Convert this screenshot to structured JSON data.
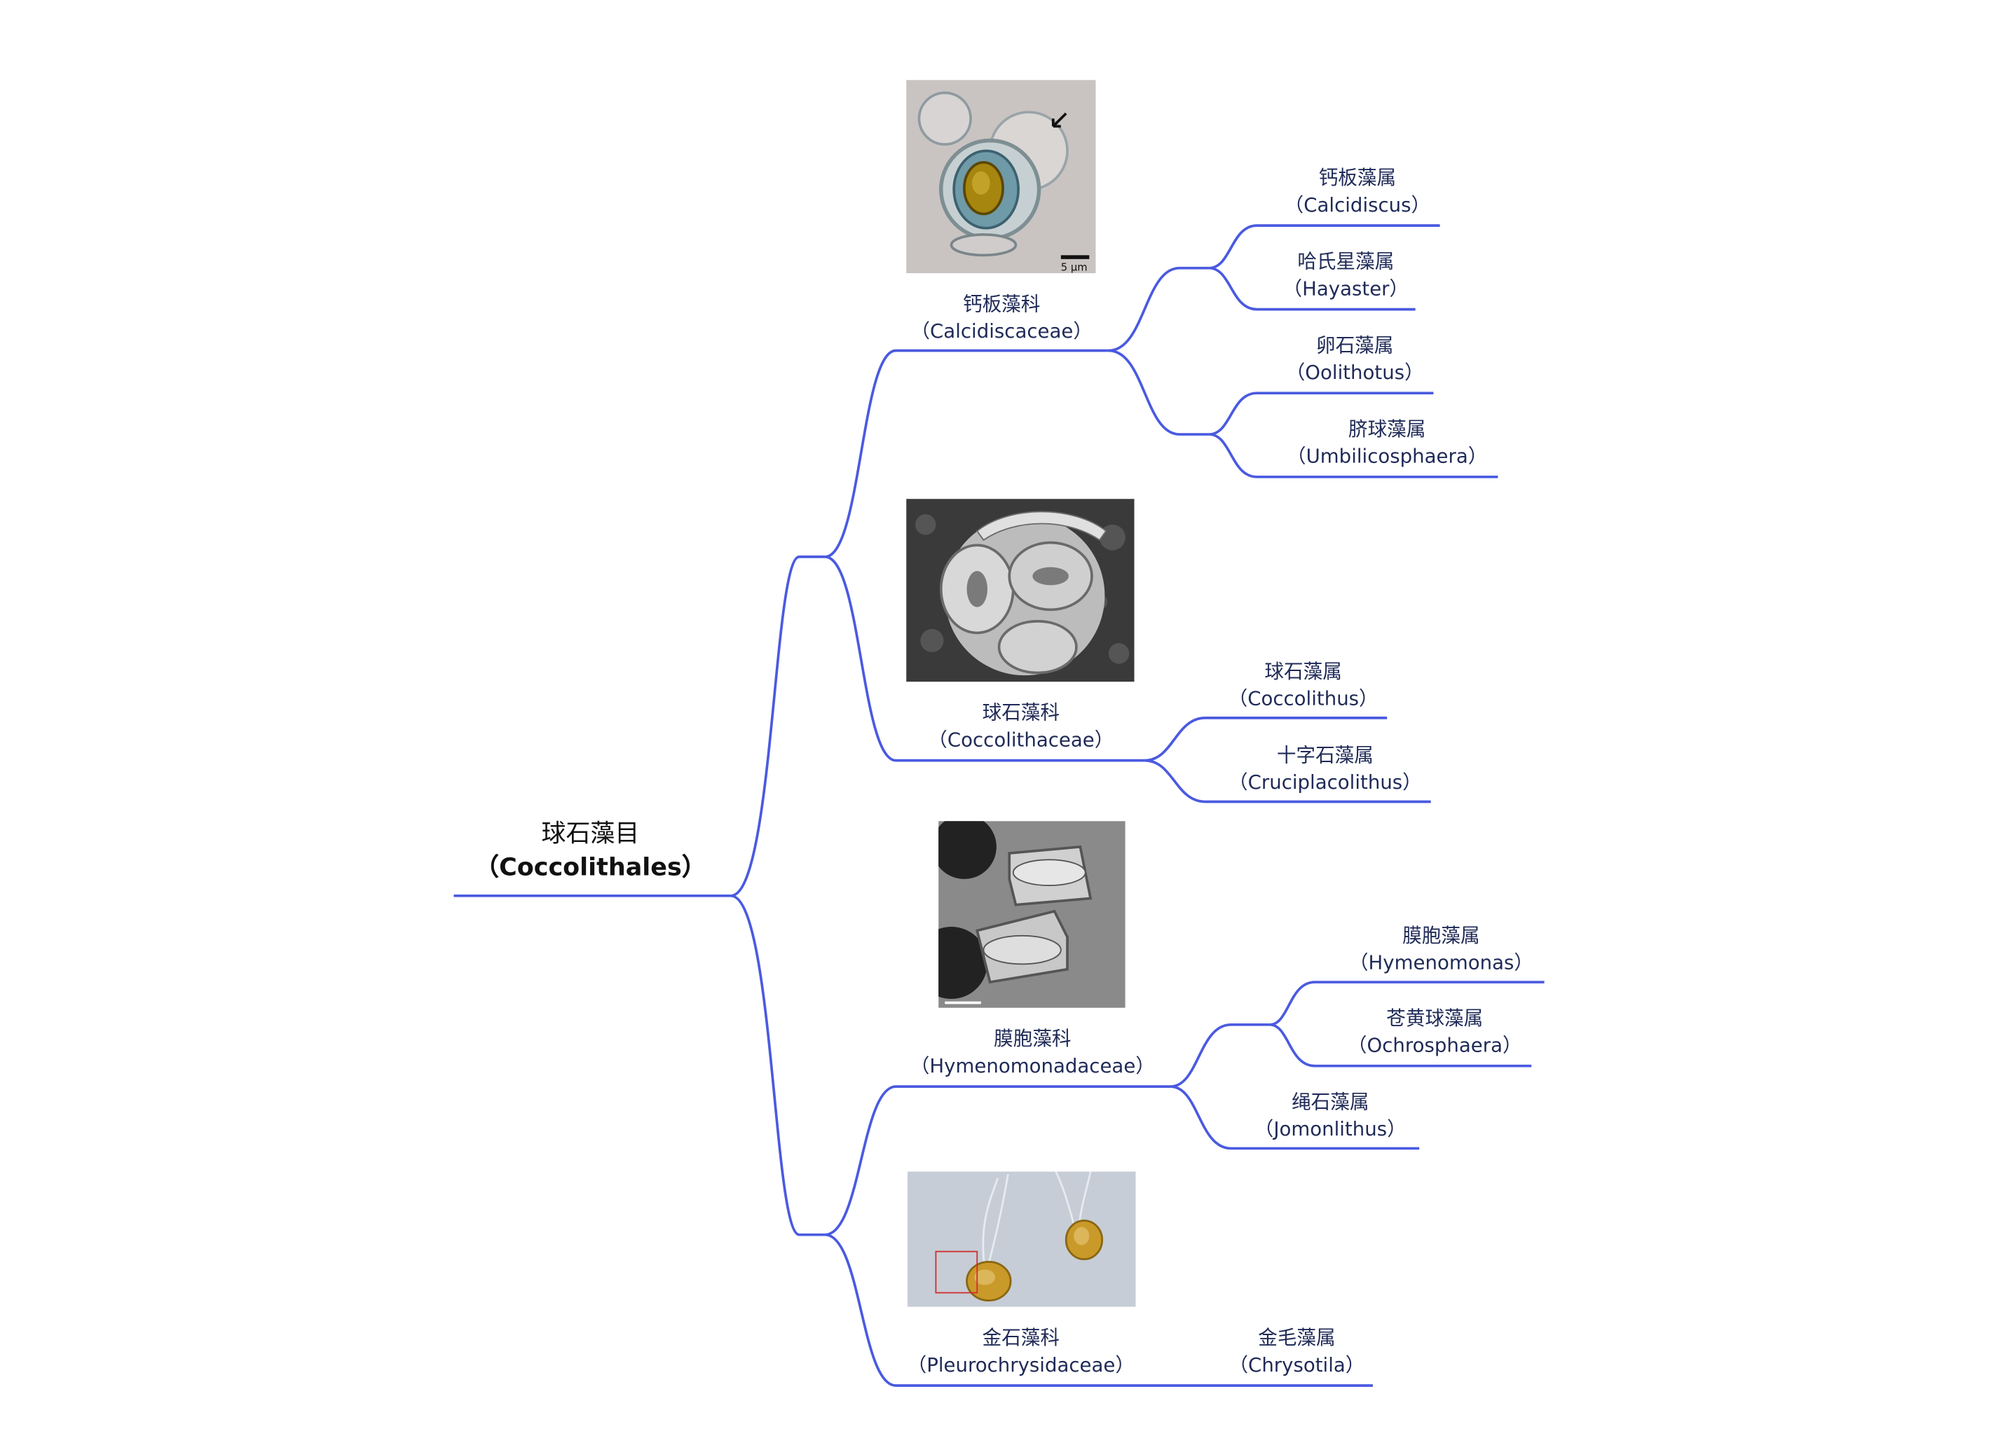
{
  "root": {
    "zh": "球石藻目",
    "en": "（Coccolithales）"
  },
  "families": [
    {
      "zh": "钙板藻科",
      "en": "（Calcidiscaceae）",
      "image": "calcidiscus-micrograph",
      "scale_label": "5 μm",
      "genera": [
        {
          "zh": "钙板藻属",
          "en": "（Calcidiscus）"
        },
        {
          "zh": "哈氏星藻属",
          "en": "（Hayaster）"
        },
        {
          "zh": "卵石藻属",
          "en": "（Oolithotus）"
        },
        {
          "zh": "脐球藻属",
          "en": "（Umbilicosphaera）"
        }
      ]
    },
    {
      "zh": "球石藻科",
      "en": "（Coccolithaceae）",
      "image": "coccolithus-sem",
      "genera": [
        {
          "zh": "球石藻属",
          "en": "（Coccolithus）"
        },
        {
          "zh": "十字石藻属",
          "en": "（Cruciplacolithus）"
        }
      ]
    },
    {
      "zh": "膜胞藻科",
      "en": "（Hymenomonadaceae）",
      "image": "hymenomonas-sem",
      "genera": [
        {
          "zh": "膜胞藻属",
          "en": "（Hymenomonas）"
        },
        {
          "zh": "苍黄球藻属",
          "en": "（Ochrosphaera）"
        },
        {
          "zh": "绳石藻属",
          "en": "（Jomonlithus）"
        }
      ]
    },
    {
      "zh": "金石藻科",
      "en": "（Pleurochrysidaceae）",
      "image": "pleurochrysis-micrograph",
      "genera": [
        {
          "zh": "金毛藻属",
          "en": "（Chrysotila）"
        }
      ]
    }
  ],
  "colors": {
    "link": "#4a5ae0",
    "text": "#1f2a57"
  }
}
